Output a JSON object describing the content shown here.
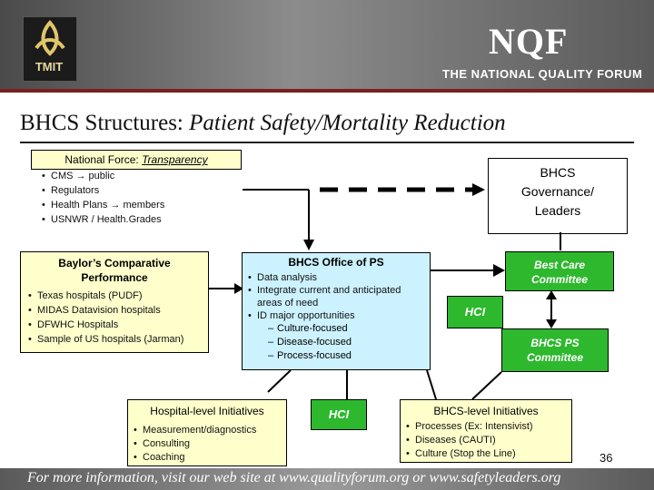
{
  "header": {
    "logo_text": "TMIT",
    "org_name": "NQF",
    "org_subtitle": "THE NATIONAL QUALITY FORUM"
  },
  "slide": {
    "title_main": "BHCS Structures: ",
    "title_italic": "Patient Safety/Mortality Reduction",
    "page_number": "36"
  },
  "national_force": {
    "heading": "National Force:",
    "heading_italic": "Transparency",
    "items": [
      "CMS  public",
      "Regulators",
      "Health Plans  members",
      "USNWR / Health.Grades"
    ]
  },
  "governance": {
    "line1": "BHCS",
    "line2": "Governance/",
    "line3": "Leaders"
  },
  "baylor": {
    "heading": "Baylor’s Comparative Performance",
    "items": [
      "Texas hospitals (PUDF)",
      "MIDAS Datavision hospitals",
      "DFWHC Hospitals",
      "Sample of US hospitals (Jarman)"
    ]
  },
  "office_ps": {
    "heading": "BHCS Office of PS",
    "items": [
      "Data analysis",
      "Integrate current and anticipated areas of need",
      "ID major opportunities"
    ],
    "subitems": [
      "Culture-focused",
      "Disease-focused",
      "Process-focused"
    ]
  },
  "best_care": {
    "line1": "Best Care",
    "line2": "Committee"
  },
  "hci_right": "HCI",
  "hci_bottom": "HCI",
  "ps_committee": {
    "line1": "BHCS PS",
    "line2": "Committee"
  },
  "hospital_init": {
    "heading": "Hospital-level Initiatives",
    "items": [
      "Measurement/diagnostics",
      "Consulting",
      "Coaching"
    ]
  },
  "bhcs_init": {
    "heading": "BHCS-level Initiatives",
    "items": [
      "Processes (Ex: Intensivist)",
      "Diseases (CAUTI)",
      "Culture (Stop the Line)"
    ]
  },
  "footer": {
    "text": "For more information, visit our web site at www.qualityforum.org or www.safetyleaders.org"
  }
}
